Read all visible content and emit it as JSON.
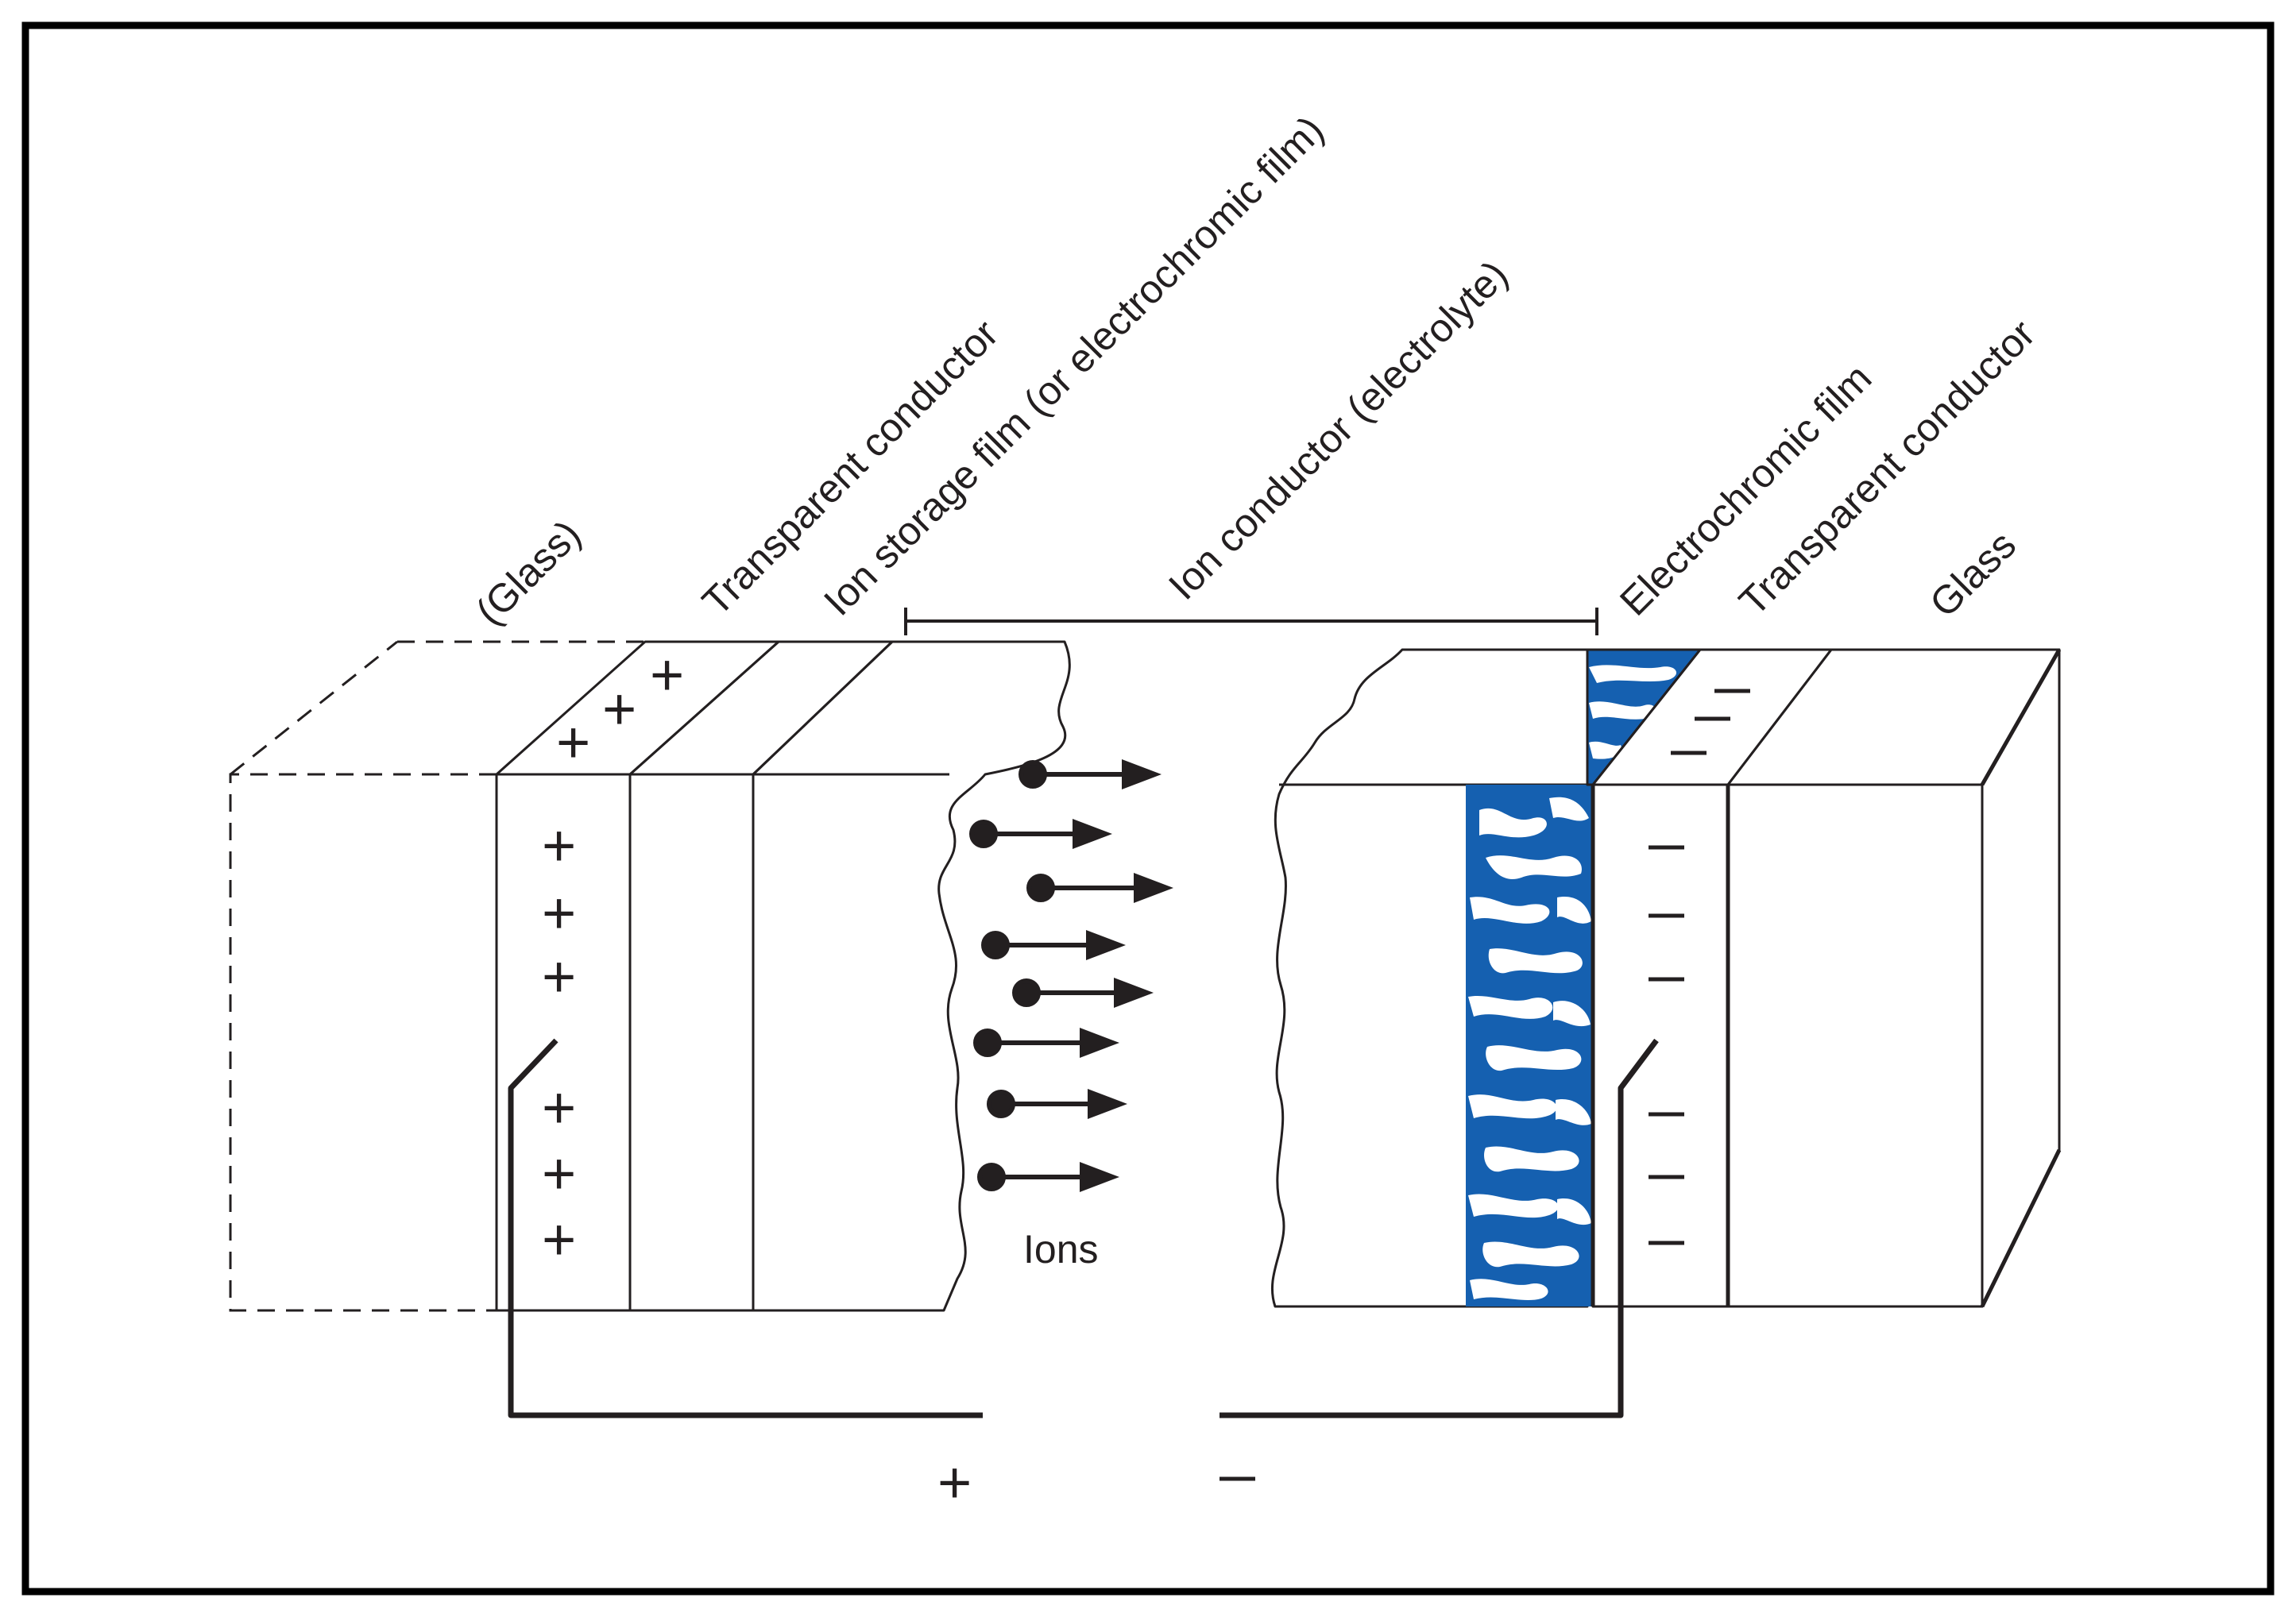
{
  "labels": {
    "glass_left": "(Glass)",
    "transparent_conductor_left": "Transparent conductor",
    "ion_storage_film": "Ion storage film (or electrochromic film)",
    "ion_conductor": "Ion conductor (electrolyte)",
    "electrochromic_film": "Electrochromic film",
    "transparent_conductor_right": "Transparent conductor",
    "glass_right": "Glass",
    "ions": "Ions"
  },
  "polarity": {
    "positive": "+",
    "negative": "–"
  },
  "colors": {
    "ion_storage_film": "#9b6a4a",
    "electrochromic_film": "#1560b0",
    "outline": "#231f20",
    "frame": "#000000"
  }
}
